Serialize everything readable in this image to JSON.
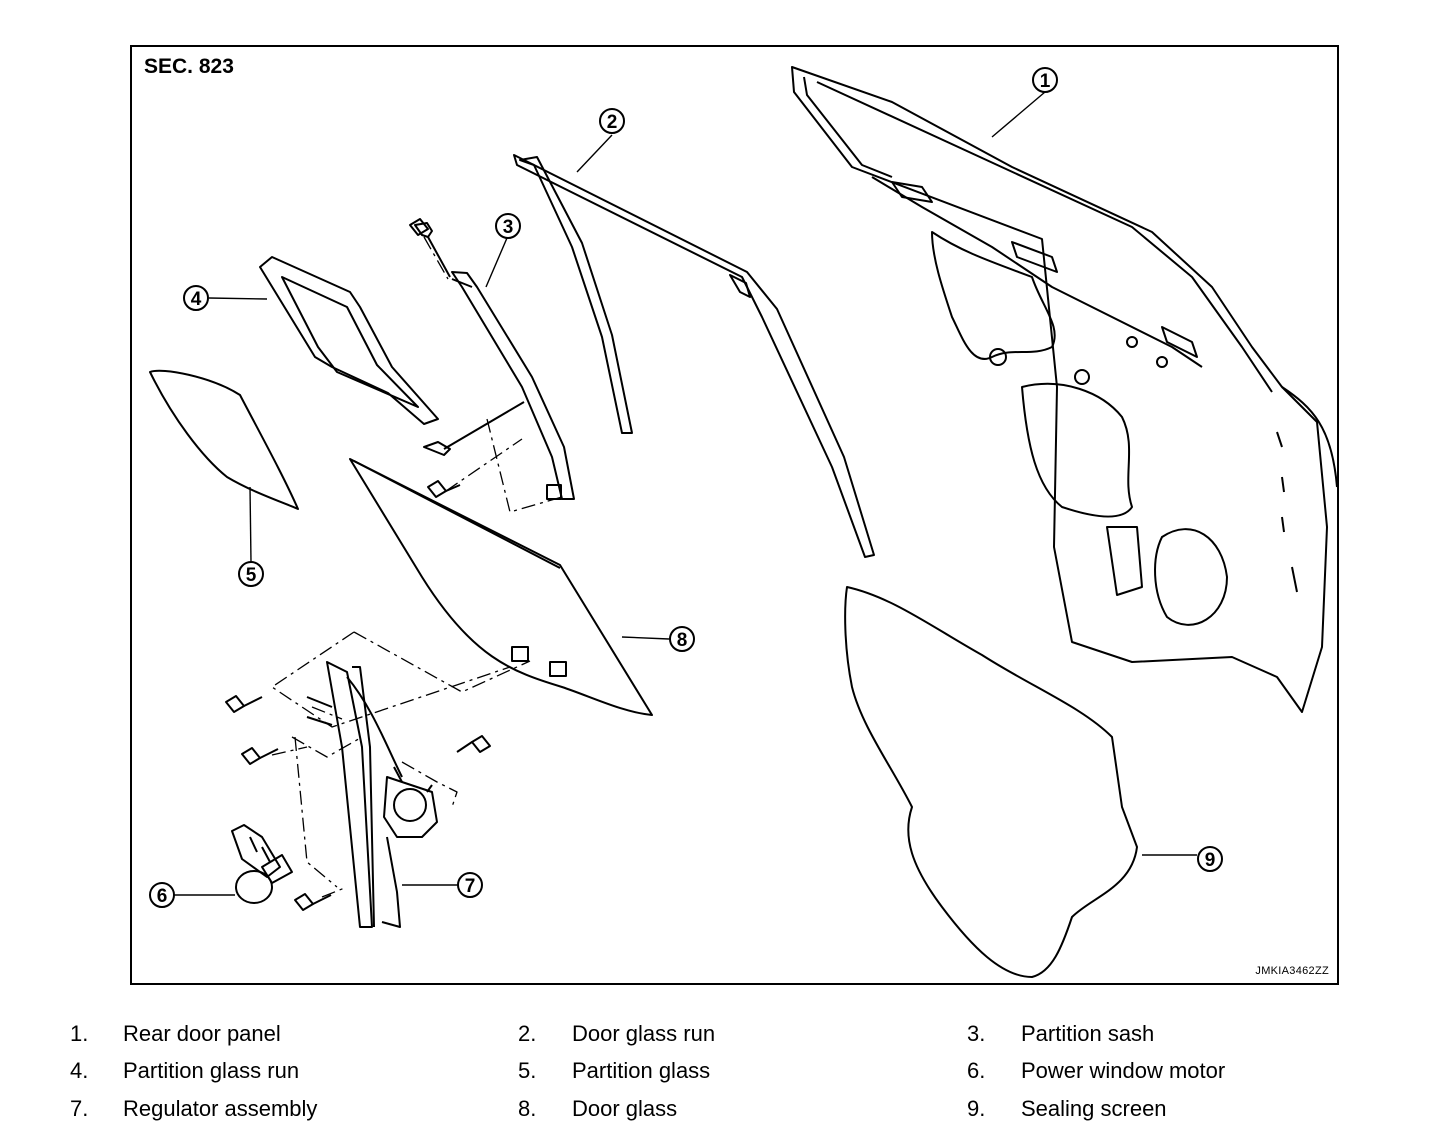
{
  "figure": {
    "section_label": "SEC. 823",
    "figure_id": "JMKIA3462ZZ"
  },
  "callouts": [
    "1",
    "2",
    "3",
    "4",
    "5",
    "6",
    "7",
    "8",
    "9"
  ],
  "legend": [
    {
      "number": "1.",
      "text": "Rear door panel"
    },
    {
      "number": "2.",
      "text": "Door glass run"
    },
    {
      "number": "3.",
      "text": "Partition sash"
    },
    {
      "number": "4.",
      "text": "Partition glass run"
    },
    {
      "number": "5.",
      "text": "Partition glass"
    },
    {
      "number": "6.",
      "text": "Power window motor"
    },
    {
      "number": "7.",
      "text": "Regulator assembly"
    },
    {
      "number": "8.",
      "text": "Door glass"
    },
    {
      "number": "9.",
      "text": "Sealing screen"
    }
  ]
}
